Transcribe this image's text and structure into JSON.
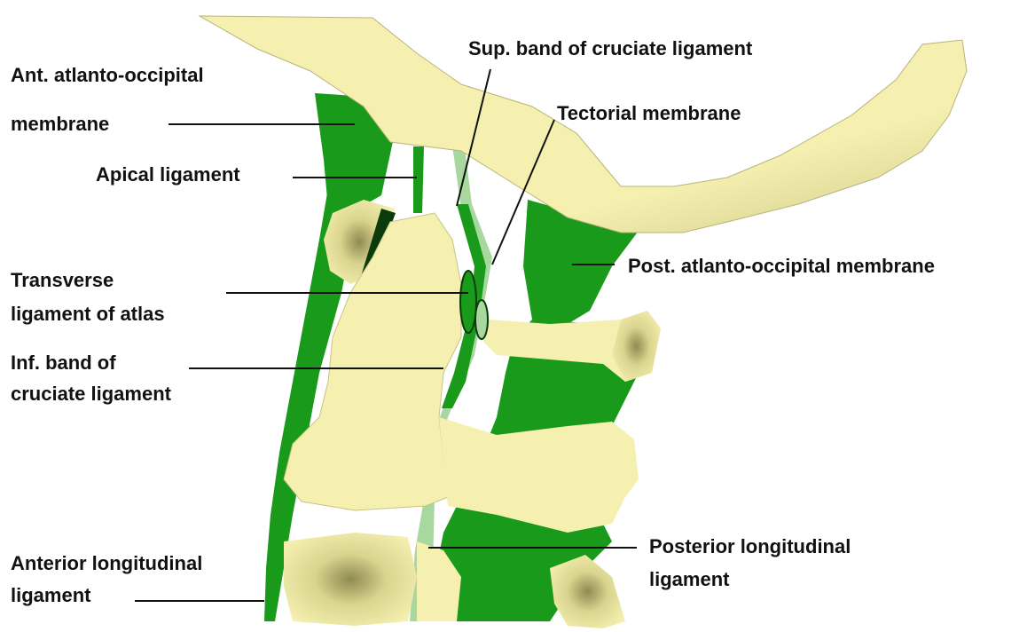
{
  "labels": {
    "ant_atlanto_occipital_1": "Ant. atlanto-occipital",
    "ant_atlanto_occipital_2": "membrane",
    "apical_ligament": "Apical ligament",
    "transverse_1": "Transverse",
    "transverse_2": "ligament of atlas",
    "inf_band_1": "Inf. band of",
    "inf_band_2": "cruciate ligament",
    "anterior_longitudinal_1": "Anterior longitudinal",
    "anterior_longitudinal_2": "ligament",
    "sup_band": "Sup. band of cruciate ligament",
    "tectorial": "Tectorial membrane",
    "post_atlanto_occipital": "Post. atlanto-occipital membrane",
    "posterior_longitudinal_1": "Posterior longitudinal",
    "posterior_longitudinal_2": "ligament"
  },
  "colors": {
    "bone": "#f5f0b0",
    "bone_shadow": "#8f8a52",
    "ligament": "#1a9a1a",
    "ligament_pale": "#a8d8a0",
    "leader_line": "#111111"
  }
}
